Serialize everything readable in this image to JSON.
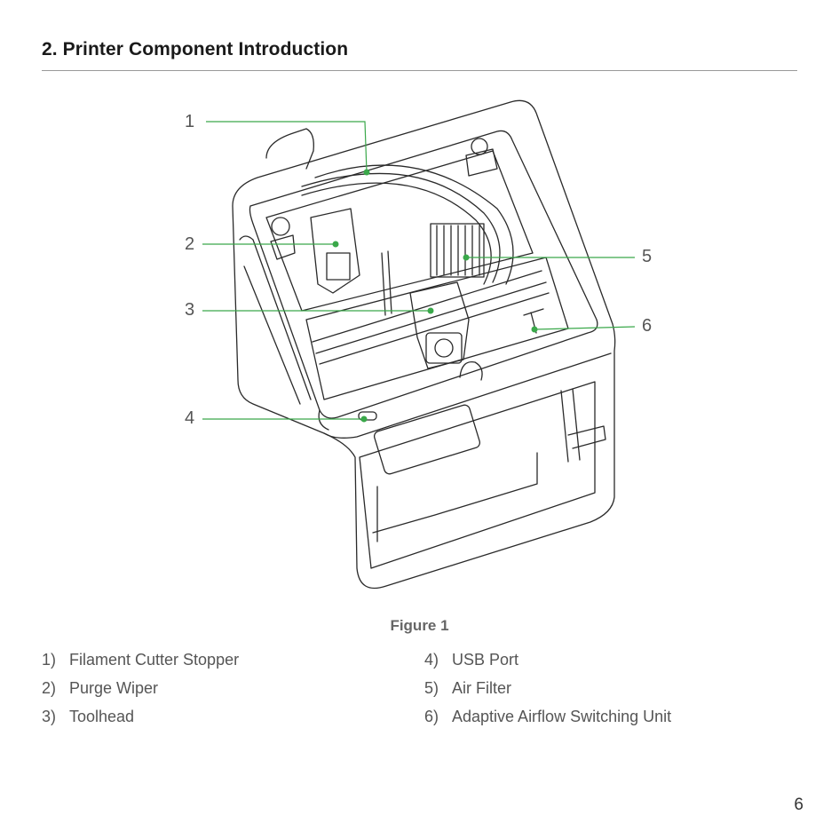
{
  "section": {
    "title": "2. Printer Component Introduction"
  },
  "figure": {
    "caption": "Figure 1",
    "callouts": [
      "1",
      "2",
      "3",
      "4",
      "5",
      "6"
    ],
    "line_color": "#3aa84a",
    "illustration_icon": "3d-printer-line-art"
  },
  "components": [
    {
      "index": "1)",
      "label": "Filament Cutter Stopper"
    },
    {
      "index": "2)",
      "label": "Purge Wiper"
    },
    {
      "index": "3)",
      "label": "Toolhead"
    },
    {
      "index": "4)",
      "label": "USB Port"
    },
    {
      "index": "5)",
      "label": "Air Filter"
    },
    {
      "index": "6)",
      "label": "Adaptive Airflow Switching Unit"
    }
  ],
  "page": {
    "number": "6"
  }
}
